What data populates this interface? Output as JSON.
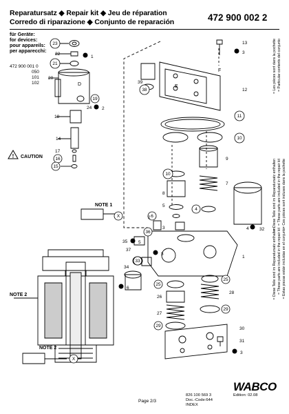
{
  "header": {
    "line1": "Reparatursatz ◆ Repair kit ◆ Jeu de réparation",
    "line2": "Corredo di riparazione ◆ Conjunto de reparación",
    "part_number": "472 900 002 2"
  },
  "devices": {
    "labels": [
      "für Geräte:",
      "for devices:",
      "pour appareils:",
      "per apparecchi:"
    ],
    "base": "472 900 001 0",
    "variants": [
      "050",
      "101",
      "102"
    ]
  },
  "callouts": {
    "c23": "23",
    "c22": "22",
    "c21": "21",
    "c20": "20",
    "c19": "19",
    "c24": "24",
    "c18": "18",
    "c14": "14",
    "c17": "17",
    "c16": "16",
    "c15": "15",
    "c13": "13",
    "c39": "39",
    "c38": "38",
    "c12": "12",
    "c11": "11",
    "c10a": "10",
    "c9": "9",
    "c10b": "10",
    "c7": "7",
    "c8": "8",
    "c5": "5",
    "c6": "6",
    "c4": "4",
    "c2": "2",
    "c3": "3",
    "c32": "32",
    "c35": "35",
    "c37": "37",
    "c36": "36",
    "c1": "1",
    "c34": "34",
    "c33": "33",
    "c25a": "25",
    "c25b": "25",
    "c26": "26",
    "c28": "28",
    "c27": "27",
    "c29a": "29",
    "c29b": "29",
    "c30": "30",
    "c31": "31",
    "x1": "X",
    "x2": "X",
    "t1": "1",
    "t2": "2",
    "t3": "3",
    "t3b": "3",
    "t4": "4",
    "t5": "5",
    "t6": "6",
    "t3c": "3"
  },
  "annotations": {
    "caution": "CAUTION",
    "note1": "NOTE 1",
    "note2a": "NOTE 2",
    "note2b": "NOTE 2",
    "letter_d": "D",
    "letter_e": "E",
    "letter_f": "F"
  },
  "side_notes": {
    "block1": [
      "= Les pièces sont dans la pochette",
      "= Particular contents del conjunto"
    ],
    "block2": [
      "= Diese Teile sind im Reparatursatz enthalten",
      "= These parts are included in the repair kit",
      "= Ces pièces sont incluses dans la pochette"
    ],
    "block3": [
      "= Diese Teile sind im Reparatursatz enthalten",
      "= These parts are included in the repair kit",
      "= Estas piezas están incluidas en el conjunto"
    ]
  },
  "footer": {
    "logo": "WABCO",
    "code1": "826 100 569 3",
    "edition": "Edition: 02.08",
    "doc_code": "Doc.-Code:644",
    "index": "INDEX",
    "page": "Page 2/3"
  }
}
